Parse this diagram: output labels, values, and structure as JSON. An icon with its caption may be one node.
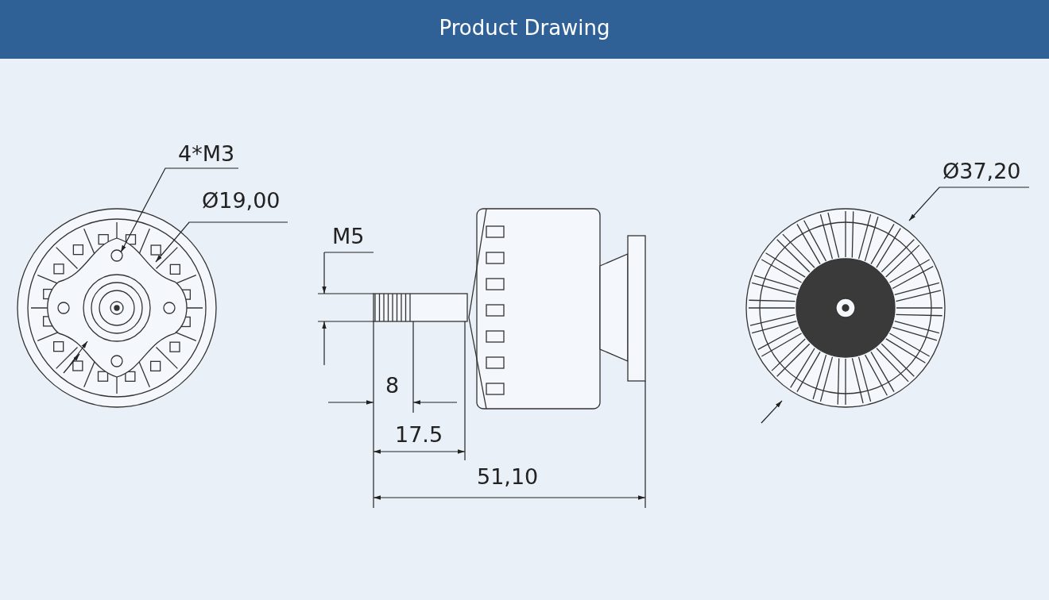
{
  "diagram": {
    "title": "Product Drawing",
    "labels": [
      "4*M3",
      "Ø19,00",
      "Ø37,20",
      "M5",
      "8",
      "17.5",
      "51,10"
    ]
  }
}
